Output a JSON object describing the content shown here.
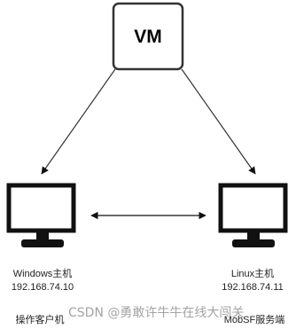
{
  "vm": {
    "label": "VM"
  },
  "left_host": {
    "name": "Windows主机",
    "ip": "192.168.74.10",
    "role": "操作客户机"
  },
  "right_host": {
    "name": "Linux主机",
    "ip": "192.168.74.11",
    "role": "MobSF服务端"
  },
  "watermark": {
    "text": "CSDN @勇敢许牛牛在线大闯关"
  },
  "colors": {
    "line": "#333333",
    "vm_border": "#333333",
    "monitor": "#111111"
  },
  "icons": {
    "computer": "monitor-icon"
  }
}
